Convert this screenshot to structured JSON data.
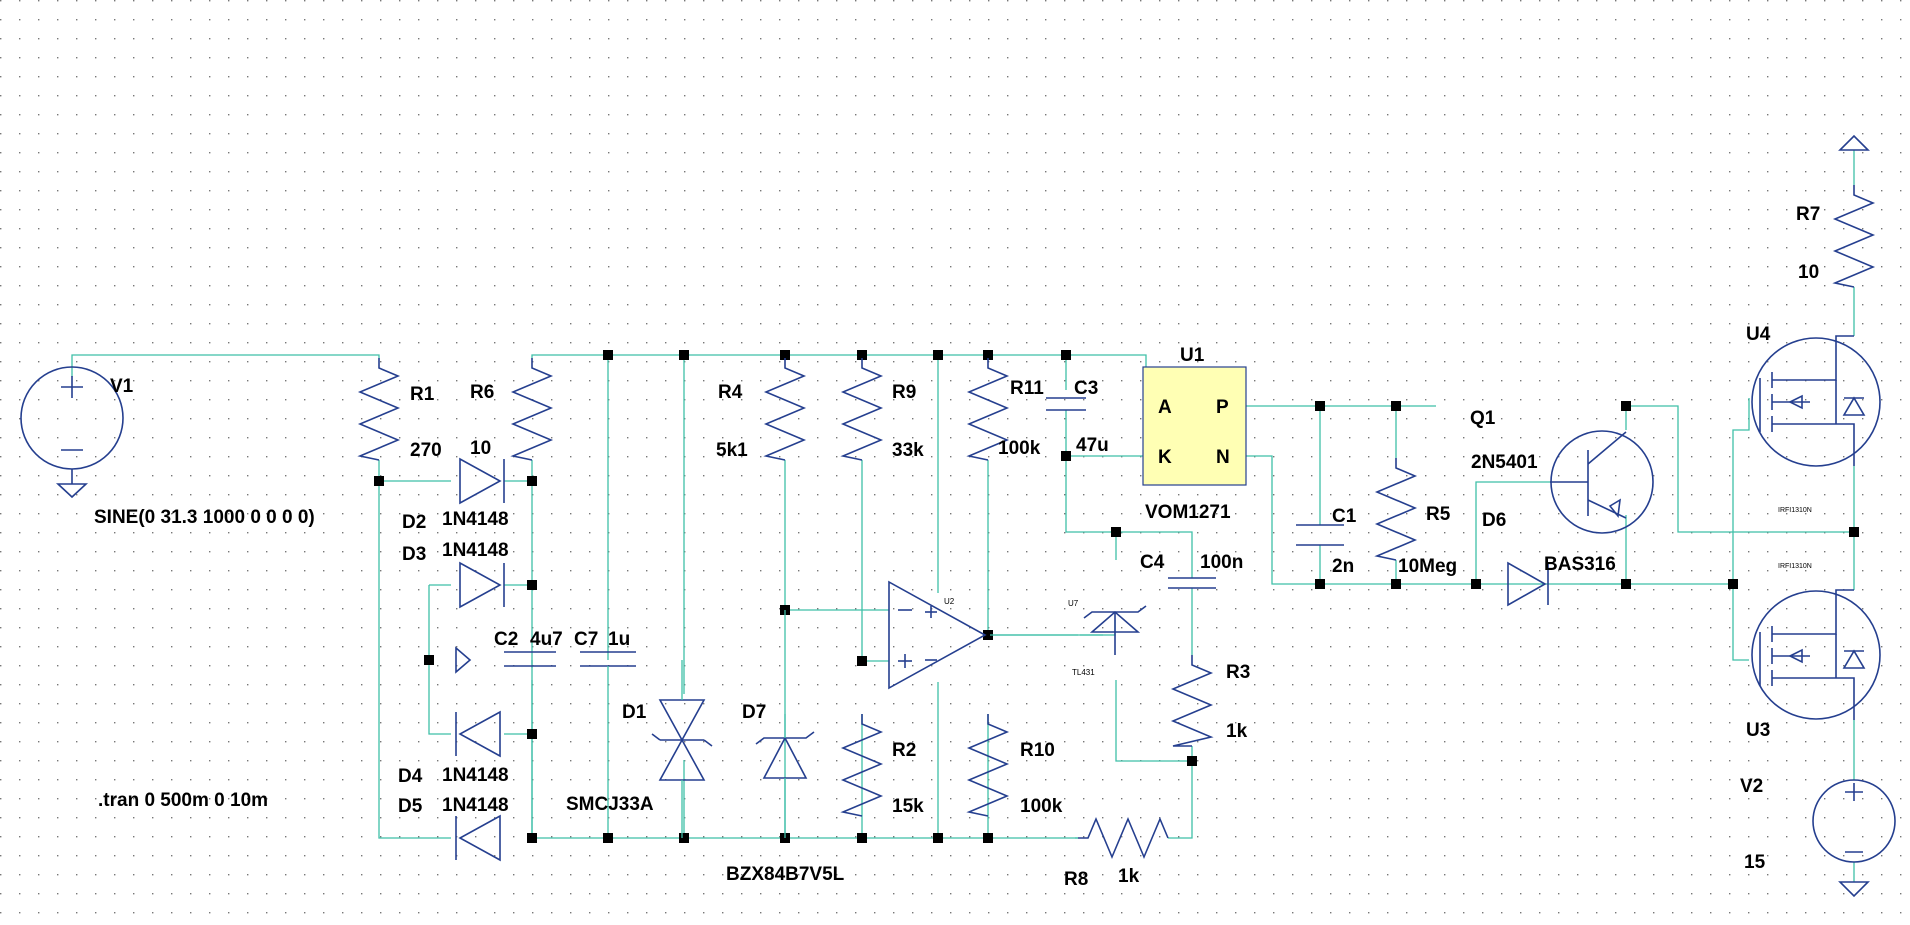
{
  "schematic": {
    "source": {
      "ref": "V1",
      "spec": "SINE(0 31.3 1000 0 0 0 0)"
    },
    "directive": ".tran 0 500m 0 10m",
    "components": {
      "R1": {
        "ref": "R1",
        "value": "270"
      },
      "R6": {
        "ref": "R6",
        "value": "10"
      },
      "R4": {
        "ref": "R4",
        "value": "5k1"
      },
      "R9": {
        "ref": "R9",
        "value": "33k"
      },
      "R11": {
        "ref": "R11",
        "value": "100k"
      },
      "C3": {
        "ref": "C3",
        "value": "47u"
      },
      "U1": {
        "ref": "U1",
        "value": "VOM1271",
        "pin_a": "A",
        "pin_k": "K",
        "pin_p": "P",
        "pin_n": "N"
      },
      "Q1": {
        "ref": "Q1",
        "value": "2N5401"
      },
      "R7": {
        "ref": "R7",
        "value": "10"
      },
      "U4": {
        "ref": "U4",
        "part": "IRFI1310N"
      },
      "U3": {
        "ref": "U3",
        "part": "IRFI1310N"
      },
      "D2": {
        "ref": "D2",
        "value": "1N4148"
      },
      "D3": {
        "ref": "D3",
        "value": "1N4148"
      },
      "D4": {
        "ref": "D4",
        "value": "1N4148"
      },
      "D5": {
        "ref": "D5",
        "value": "1N4148"
      },
      "C2": {
        "ref": "C2",
        "value": "4u7"
      },
      "C7": {
        "ref": "C7",
        "value": "1u"
      },
      "D1": {
        "ref": "D1",
        "value": "SMCJ33A"
      },
      "D7": {
        "ref": "D7",
        "value": "BZX84B7V5L"
      },
      "R2": {
        "ref": "R2",
        "value": "15k"
      },
      "R10": {
        "ref": "R10",
        "value": "100k"
      },
      "U2": {
        "ref": "U2"
      },
      "U7": {
        "ref": "U7",
        "part": "TL431"
      },
      "C4": {
        "ref": "C4",
        "value": "100n"
      },
      "R3": {
        "ref": "R3",
        "value": "1k"
      },
      "R8": {
        "ref": "R8",
        "value": "1k"
      },
      "C1": {
        "ref": "C1",
        "value": "2n"
      },
      "R5": {
        "ref": "R5",
        "value": "10Meg"
      },
      "D6": {
        "ref": "D6",
        "value": "BAS316"
      },
      "V2": {
        "ref": "V2",
        "value": "15"
      }
    },
    "colors": {
      "wire": "#3fbfa8",
      "component": "#253f8f",
      "optocoupler_fill": "#ffffb4",
      "junction": "#000000"
    }
  }
}
